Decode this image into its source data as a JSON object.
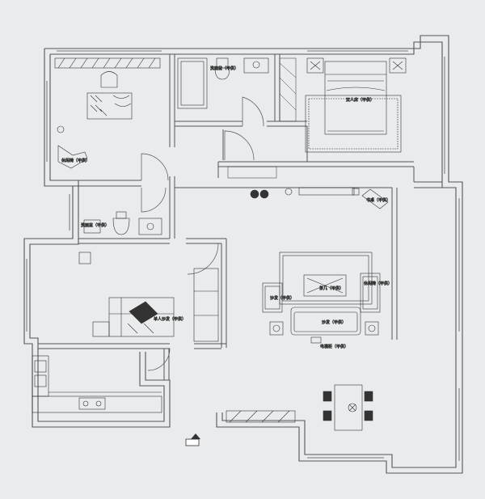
{
  "labels": {
    "study_chair": "休闲椅（甲供）",
    "bathroom_fixtures": "洗面盆（甲供）",
    "master_bed": "双人床（甲供）",
    "powder_room": "洗面盆（甲供）",
    "bedroom_desk": "书桌（甲供）",
    "sofa_single": "单人沙发（甲供）",
    "armchair_right": "休闲椅（甲供）",
    "tea_table": "茶几（甲供）",
    "sofa": "沙发（甲供）",
    "sofa_bottom": "沙发（甲供）",
    "tv_cabinet": "电视柜（甲供）"
  },
  "colors": {
    "background": "#e9ebed",
    "wall": "#555555",
    "furniture": "#333333"
  },
  "icons": [
    "entrance-arrow-icon"
  ]
}
